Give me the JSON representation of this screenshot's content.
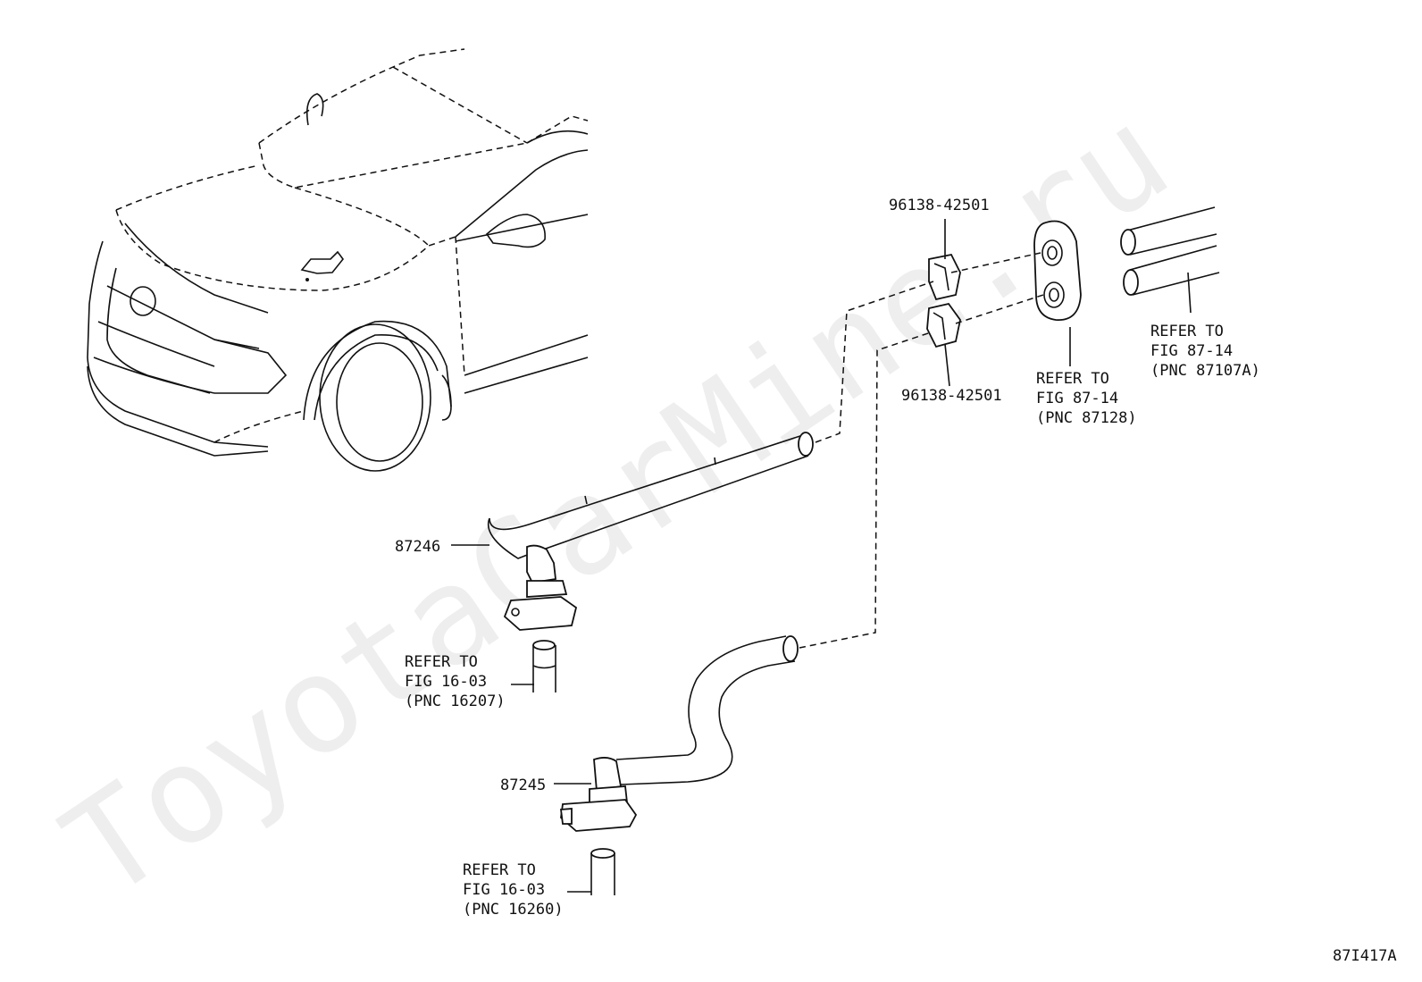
{
  "watermark": "ToyotaCarMine.ru",
  "figure_code": "87I417A",
  "callouts": {
    "clamp_upper": "96138-42501",
    "clamp_lower": "96138-42501",
    "hose_upper": "87246",
    "hose_lower": "87245",
    "grommet_ref": [
      "REFER TO",
      "FIG 87-14",
      "(PNC 87128)"
    ],
    "pipes_ref": [
      "REFER TO",
      "FIG 87-14",
      "(PNC 87107A)"
    ],
    "upper_port_ref": [
      "REFER TO",
      "FIG 16-03",
      "(PNC 16207)"
    ],
    "lower_port_ref": [
      "REFER TO",
      "FIG 16-03",
      "(PNC 16260)"
    ]
  }
}
